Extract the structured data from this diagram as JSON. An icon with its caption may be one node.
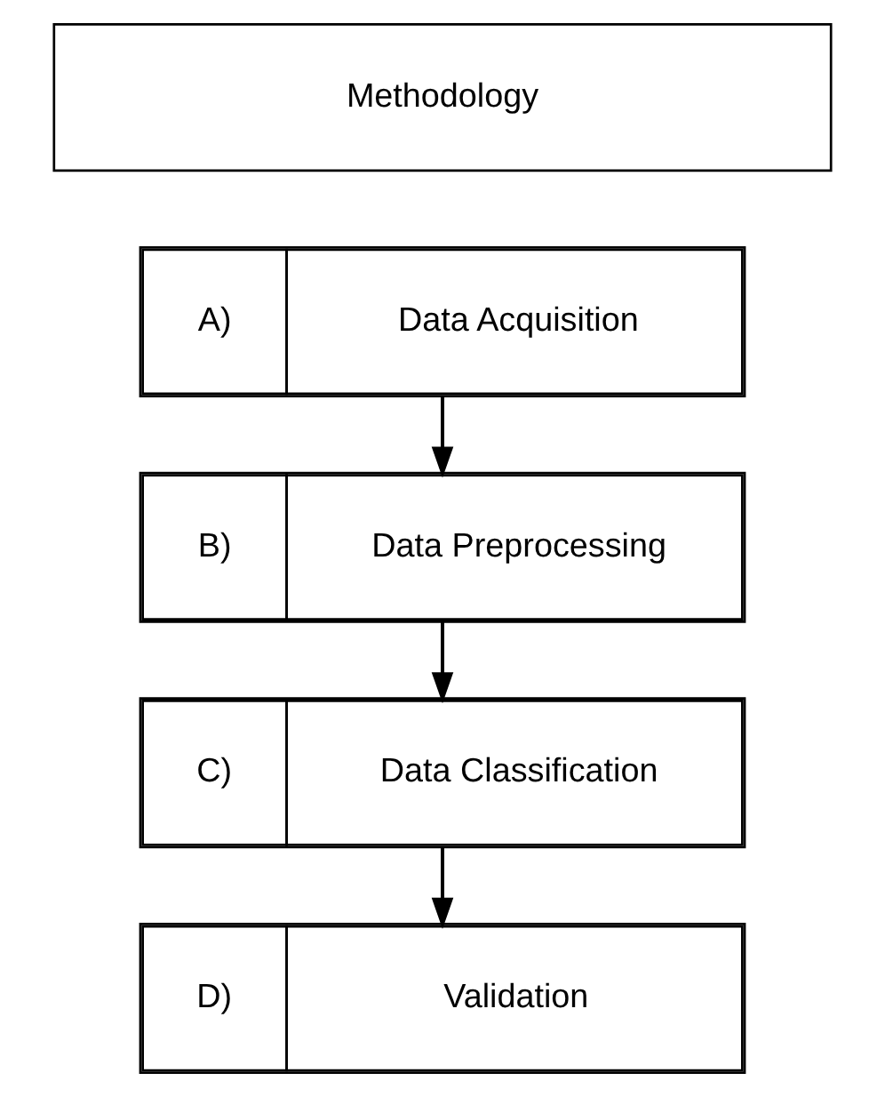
{
  "diagram": {
    "nodes": [
      {
        "text": [
          "Methodology"
        ]
      },
      {
        "text": [
          "A)",
          "Data Acquisition"
        ]
      },
      {
        "text": [
          "B)",
          "Data Preprocessing"
        ]
      },
      {
        "text": [
          "C)",
          "Data Classification"
        ]
      },
      {
        "text": [
          "D)",
          "Validation"
        ]
      }
    ],
    "edges": [
      {
        "from": 1,
        "to": 2,
        "arrow": "to"
      },
      {
        "from": 2,
        "to": 3,
        "arrow": "to"
      },
      {
        "from": 3,
        "to": 4,
        "arrow": "to"
      }
    ]
  }
}
